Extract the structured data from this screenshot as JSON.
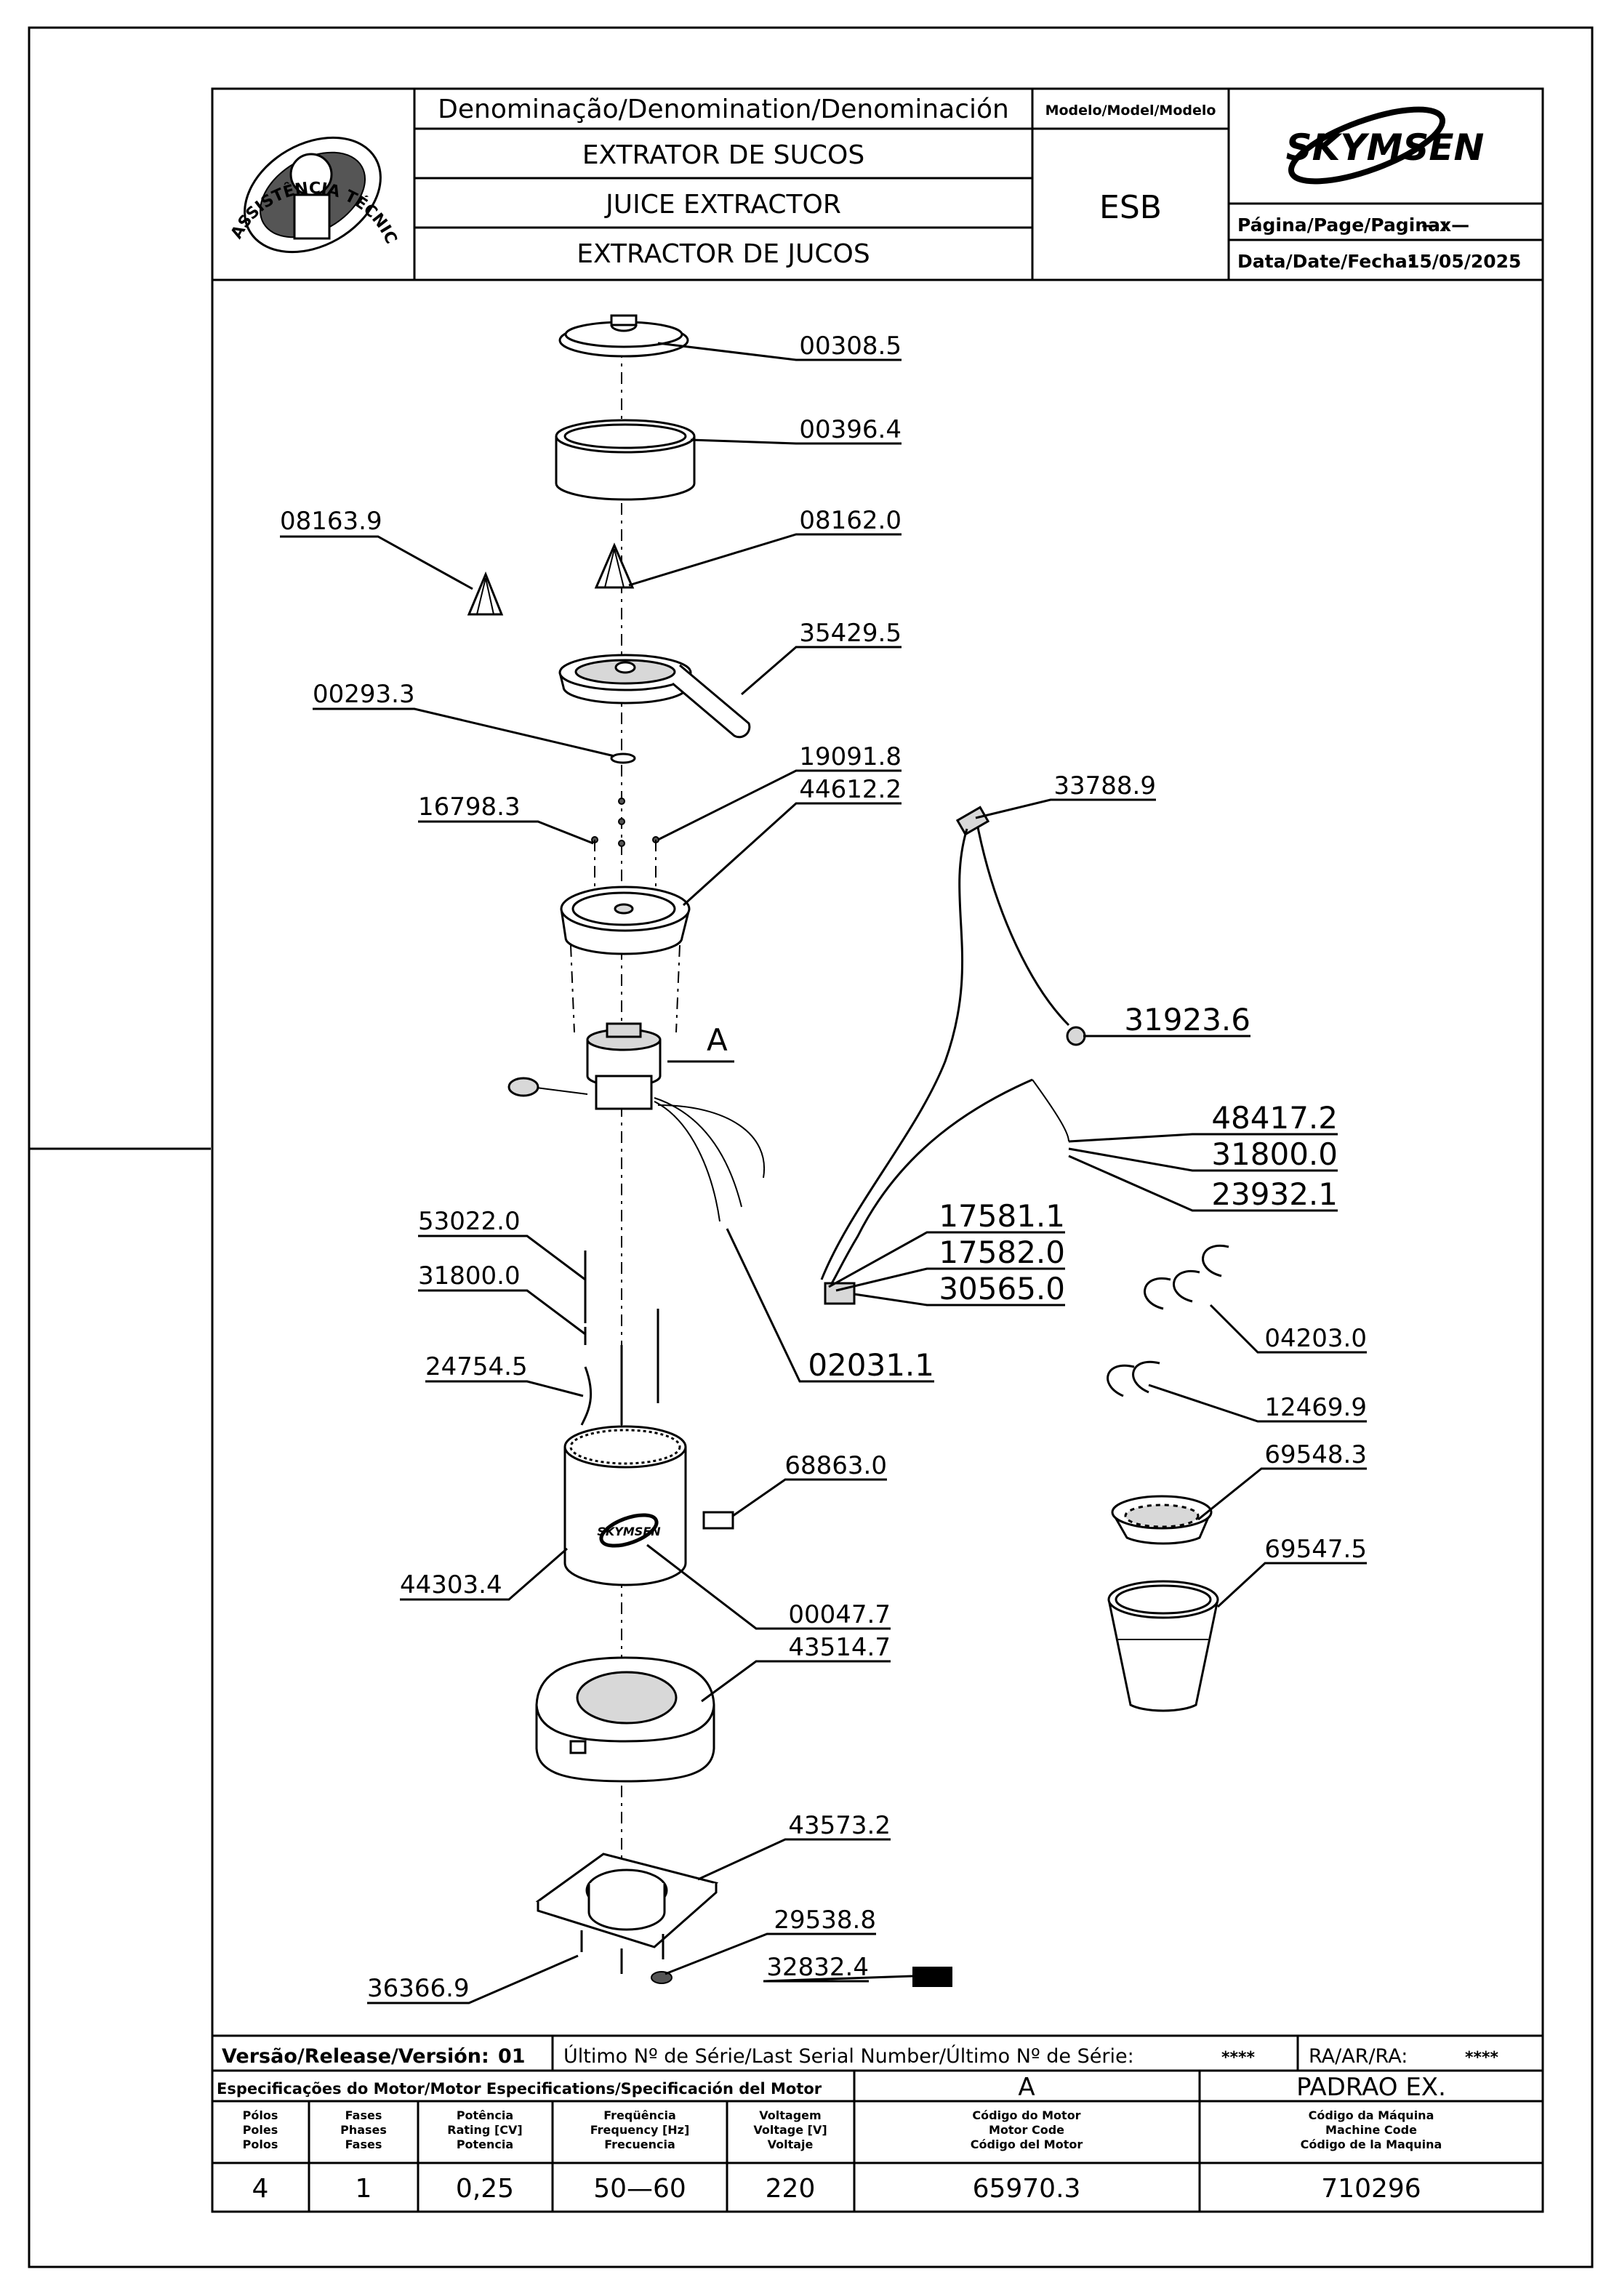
{
  "header": {
    "denomination_label": "Denominação/Denomination/Denominación",
    "name_pt": "EXTRATOR DE SUCOS",
    "name_en": "JUICE EXTRACTOR",
    "name_es": "EXTRACTOR DE JUCOS",
    "model_label": "Modelo/Model/Modelo",
    "model": "ESB",
    "brand": "SKYMSEN",
    "page_label": "Página/Page/Pagina:",
    "page_value": "—x—",
    "date_label": "Data/Date/Fecha:",
    "date_value": "15/05/2025",
    "badge_text": "ASSISTÊNCIA TÉCNICA AUTORIZADA"
  },
  "parts": [
    "00308.5",
    "00396.4",
    "08163.9",
    "08162.0",
    "35429.5",
    "00293.3",
    "19091.8",
    "44612.2",
    "16798.3",
    "33788.9",
    "31923.6",
    "48417.2",
    "31800.0",
    "23932.1",
    "17581.1",
    "17582.0",
    "30565.0",
    "53022.0",
    "31800.0",
    "02031.1",
    "04203.0",
    "24754.5",
    "12469.9",
    "69548.3",
    "68863.0",
    "69547.5",
    "44303.4",
    "00047.7",
    "43514.7",
    "43573.2",
    "29538.8",
    "32832.4",
    "36366.9"
  ],
  "detail_label": "A",
  "footer": {
    "version_label": "Versão/Release/Versión:",
    "version": "01",
    "serial_label": "Último Nº de Série/Last Serial Number/Último Nº de Série:",
    "serial_value": "****",
    "ra_label": "RA/AR/RA:",
    "ra_value": "****",
    "motor_spec_label": "Especificações do Motor/Motor Especifications/Specificación del Motor",
    "motor_variant": "A",
    "machine_variant": "PADRAO EX.",
    "cols": [
      {
        "l1": "Pólos",
        "l2": "Poles",
        "l3": "Polos",
        "value": "4"
      },
      {
        "l1": "Fases",
        "l2": "Phases",
        "l3": "Fases",
        "value": "1"
      },
      {
        "l1": "Potência",
        "l2": "Rating [CV]",
        "l3": "Potencia",
        "value": "0,25"
      },
      {
        "l1": "Freqüência",
        "l2": "Frequency [Hz]",
        "l3": "Frecuencia",
        "value": "50—60"
      },
      {
        "l1": "Voltagem",
        "l2": "Voltage [V]",
        "l3": "Voltaje",
        "value": "220"
      },
      {
        "l1": "Código do Motor",
        "l2": "Motor Code",
        "l3": "Código del Motor",
        "value": "65970.3"
      },
      {
        "l1": "Código da Máquina",
        "l2": "Machine Code",
        "l3": "Código de la Maquina",
        "value": "710296"
      }
    ]
  }
}
